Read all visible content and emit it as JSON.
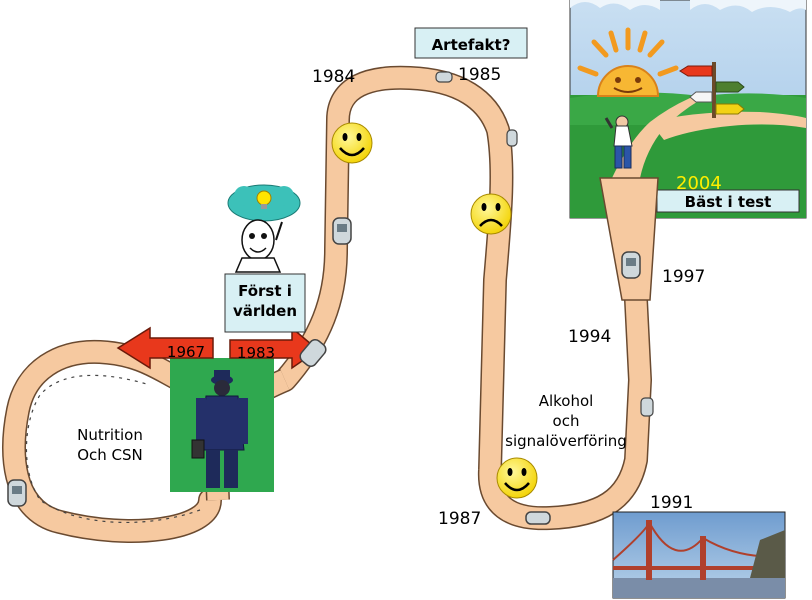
{
  "labels": {
    "artefakt": "Artefakt?",
    "forst_line1": "Först i",
    "forst_line2": "världen",
    "bast": "Bäst i test",
    "nutrition_line1": "Nutrition",
    "nutrition_line2": "Och CSN",
    "alkohol_line1": "Alkohol",
    "alkohol_line2": "och",
    "alkohol_line3": "signalöverföring"
  },
  "years": {
    "y1967": "1967",
    "y1983": "1983",
    "y1984": "1984",
    "y1985": "1985",
    "y1987": "1987",
    "y1991": "1991",
    "y1994": "1994",
    "y1997": "1997",
    "y2004": "2004"
  },
  "colors": {
    "road": "#f6c9a0",
    "road_edge": "#6a4a30",
    "arrow_red": "#e8381c",
    "green": "#2fa84f",
    "smiley": "#ffe500",
    "box_fill": "#d8f0f4",
    "year_2004": "#ffee00"
  },
  "icons": [
    "smiley-face-icon",
    "sad-face-icon",
    "car-icon",
    "lightbulb-icon",
    "sun-icon",
    "signpost-icon",
    "bridge-photo"
  ]
}
